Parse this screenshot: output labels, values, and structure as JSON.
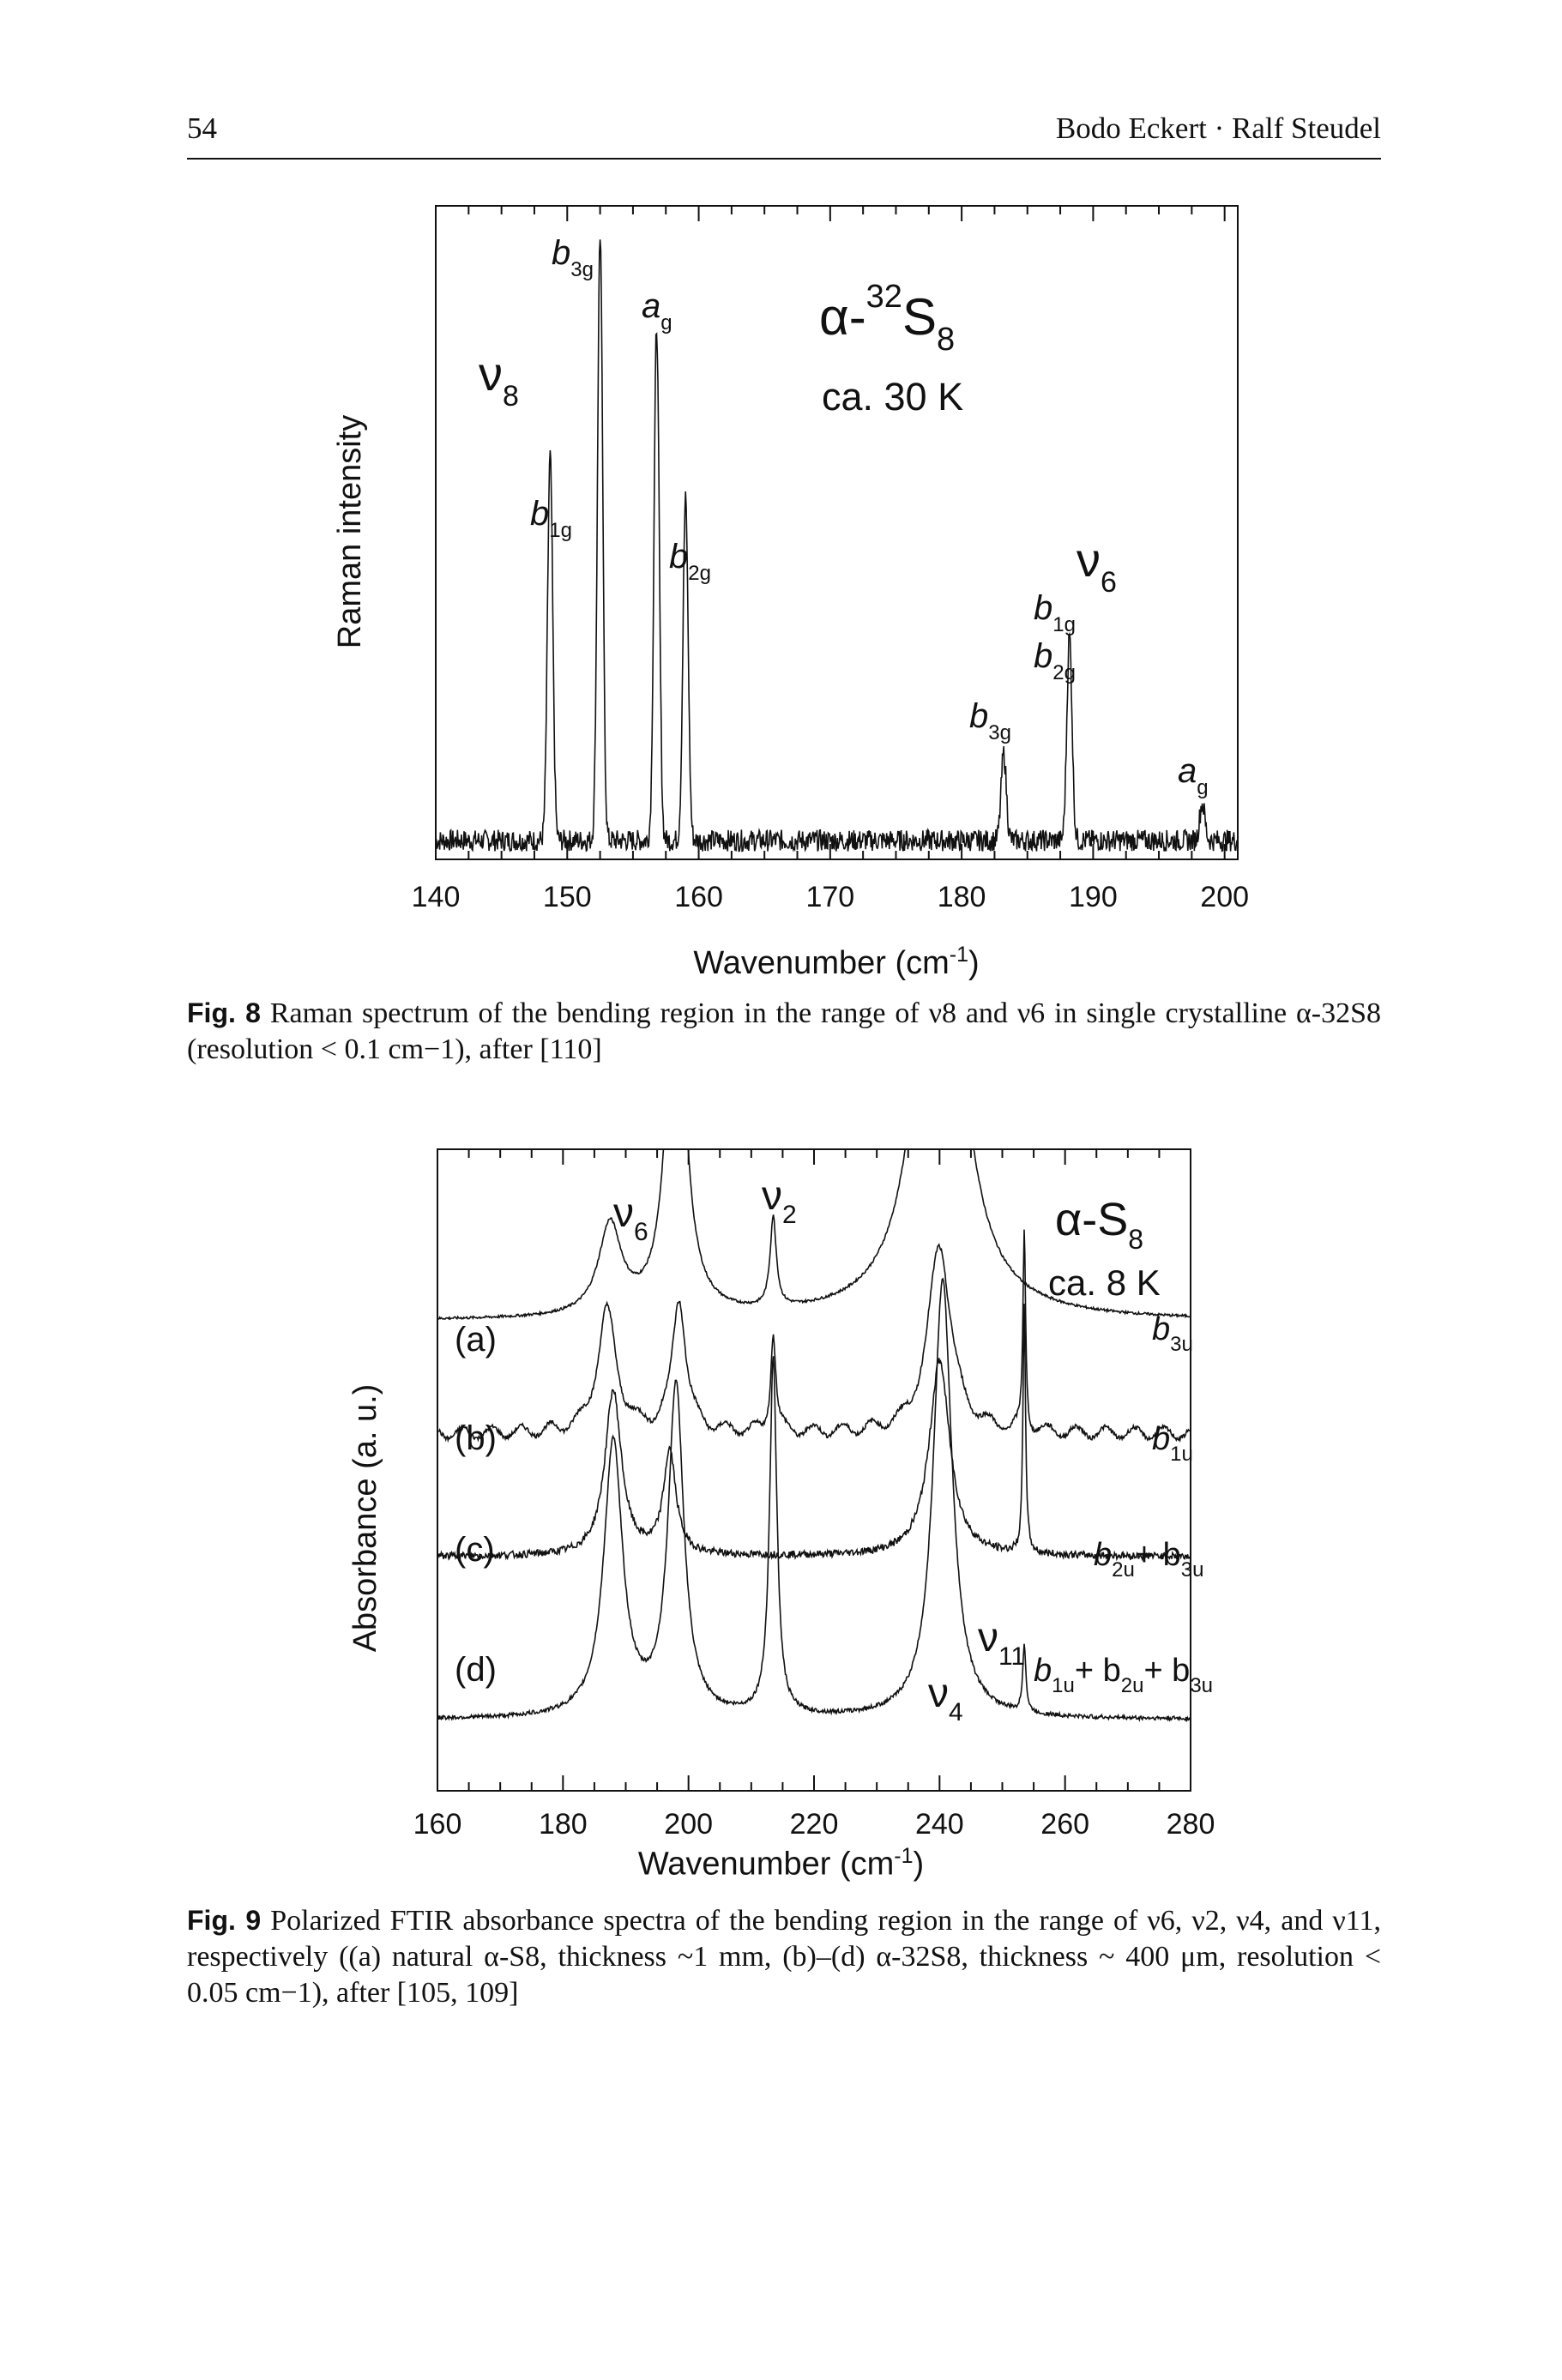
{
  "header": {
    "page_number": "54",
    "authors": "Bodo Eckert · Ralf Steudel"
  },
  "fig8": {
    "caption_label": "Fig. 8",
    "caption_body": " Raman spectrum of the bending region in the range of ν8 and ν6 in single crystalline α-32S8 (resolution < 0.1 cm−1), after [110]"
  },
  "fig9": {
    "caption_label": "Fig. 9",
    "caption_body": " Polarized FTIR absorbance spectra of the bending region in the range of ν6, ν2, ν4, and ν11, respectively ((a) natural α-S8, thickness ~1 mm, (b)–(d) α-32S8, thickness ~ 400 μm, resolution < 0.05 cm−1), after [105, 109]"
  },
  "chart_data": [
    {
      "type": "line",
      "xlabel": "Wavenumber (cm-1)",
      "ylabel": "Raman intensity",
      "xlim": [
        140,
        201
      ],
      "xticks": [
        "140",
        "150",
        "160",
        "170",
        "180",
        "190",
        "200"
      ],
      "grid": false,
      "annotations": [
        "α-32S8",
        "ca. 30 K",
        "ν8",
        "ν6",
        "b1g",
        "b3g",
        "ag",
        "b2g",
        "b1g",
        "b2g",
        "b3g",
        "ag"
      ],
      "series": [
        {
          "peaks_x": [
            148.7,
            152.5,
            156.8,
            159.0,
            183.2,
            188.2,
            198.3
          ],
          "peaks_height": [
            0.62,
            0.98,
            0.83,
            0.55,
            0.14,
            0.33,
            0.06
          ],
          "baseline": 0.02
        }
      ]
    },
    {
      "type": "line",
      "xlabel": "Wavenumber (cm-1)",
      "ylabel": "Absorbance (a. u.)",
      "xlim": [
        160,
        280
      ],
      "xticks": [
        "160",
        "180",
        "200",
        "220",
        "240",
        "260",
        "280"
      ],
      "grid": false,
      "annotations": [
        "α-S8",
        "ca. 8 K",
        "ν6",
        "ν2",
        "ν11",
        "ν4"
      ],
      "series": [
        {
          "name": "(a)",
          "symmetry": "b3u"
        },
        {
          "name": "(b)",
          "symmetry": "b1u"
        },
        {
          "name": "(c)",
          "symmetry": "b2u + b3u"
        },
        {
          "name": "(d)",
          "symmetry": "b1u + b2u + b3u"
        }
      ]
    }
  ]
}
